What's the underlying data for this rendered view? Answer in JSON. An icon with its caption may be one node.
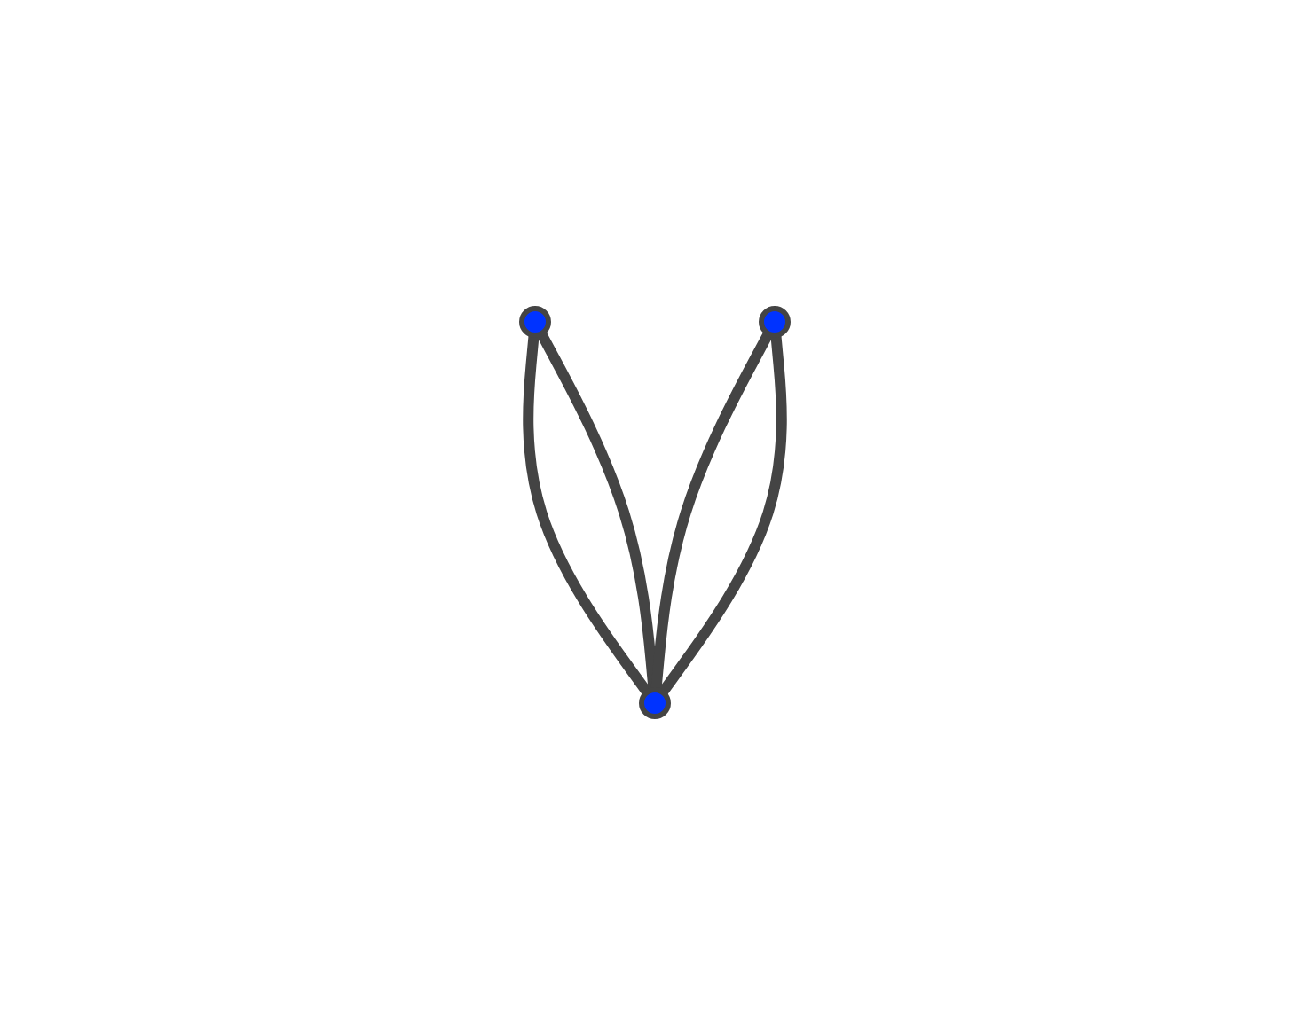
{
  "diagram": {
    "nodes": [
      {
        "text": [],
        "shape": "circle"
      },
      {
        "text": [],
        "shape": "circle"
      },
      {
        "text": [],
        "shape": "circle"
      }
    ],
    "edges": [
      {
        "from": 0,
        "to": 2,
        "arrow": "none"
      },
      {
        "from": 0,
        "to": 2,
        "arrow": "none"
      },
      {
        "from": 1,
        "to": 2,
        "arrow": "none"
      },
      {
        "from": 1,
        "to": 2,
        "arrow": "none"
      }
    ]
  }
}
